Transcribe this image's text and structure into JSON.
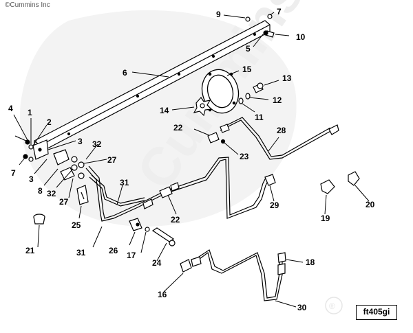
{
  "copyright": "©Cummins Inc",
  "figure_id": "ft405gi",
  "watermark": {
    "brand": "Cummins",
    "registered_mark": "®"
  },
  "callouts": {
    "c1": "1",
    "c2": "2",
    "c3a": "3",
    "c3b": "3",
    "c4": "4",
    "c5": "5",
    "c6": "6",
    "c7a": "7",
    "c7b": "7",
    "c8": "8",
    "c9": "9",
    "c10": "10",
    "c11": "11",
    "c12": "12",
    "c13": "13",
    "c14": "14",
    "c15": "15",
    "c16": "16",
    "c17": "17",
    "c18": "18",
    "c19": "19",
    "c20": "20",
    "c21": "21",
    "c22a": "22",
    "c22b": "22",
    "c23": "23",
    "c24": "24",
    "c25": "25",
    "c26": "26",
    "c27a": "27",
    "c27b": "27",
    "c28": "28",
    "c29": "29",
    "c30": "30",
    "c31a": "31",
    "c31b": "31",
    "c32a": "32",
    "c32b": "32"
  }
}
